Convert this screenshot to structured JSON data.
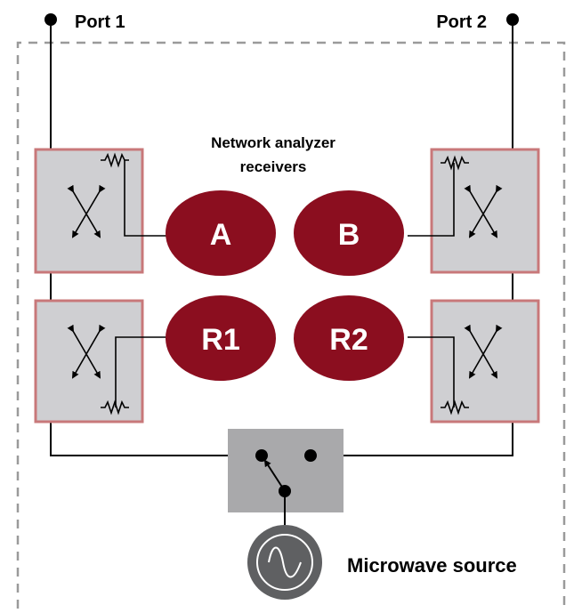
{
  "ports": {
    "port1": "Port 1",
    "port2": "Port 2"
  },
  "receivers_title": {
    "line1": "Network analyzer",
    "line2": "receivers"
  },
  "receivers": {
    "a": "A",
    "b": "B",
    "r1": "R1",
    "r2": "R2"
  },
  "source_label": "Microwave source",
  "colors": {
    "receiver_fill": "#8b0e1f",
    "coupler_fill": "#cfcfd2",
    "coupler_border": "#c8787a",
    "switch_fill": "#a9a9ab",
    "source_fill": "#5f6062",
    "dashed_border": "#9a9a9a",
    "wire": "#000000"
  }
}
